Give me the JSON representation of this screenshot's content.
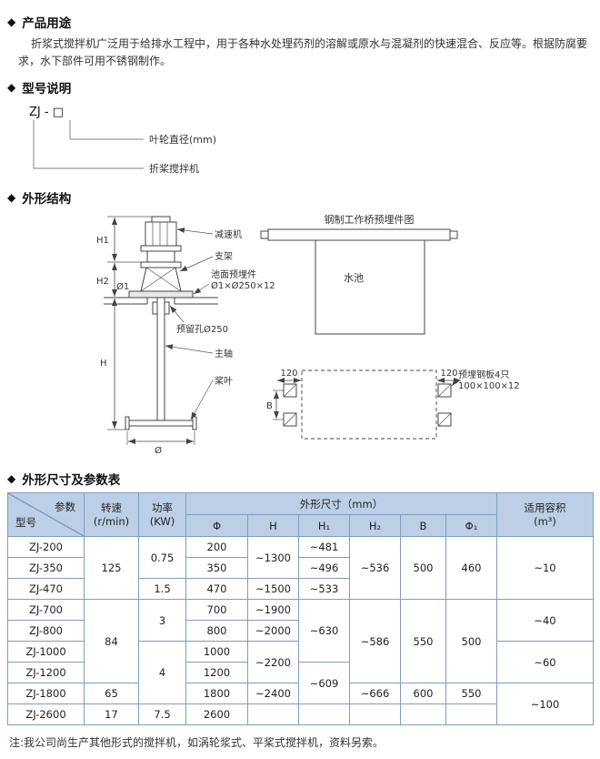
{
  "usage": {
    "title": "产品用途",
    "body": "折浆式搅拌机广泛用于给排水工程中，用于各种水处理药剂的溶解或原水与混凝剂的快速混合、反应等。根据防腐要求，水下部件可用不锈钢制作。"
  },
  "model": {
    "title": "型号说明",
    "code": "ZJ - □",
    "impeller_label": "叶轮直径(mm)",
    "machine_label": "折桨搅拌机"
  },
  "structure": {
    "title": "外形结构",
    "reducer": "减速机",
    "bracket": "支架",
    "deck_embed_line1": "池面预埋件",
    "deck_embed_line2": "Ø1×Ø250×12",
    "reserved_hole": "预留孔Ø250",
    "shaft": "主轴",
    "paddle": "桨叶",
    "dim_h1": "H1",
    "dim_h2": "H2",
    "dim_h": "H",
    "dim_phi1": "Ø1",
    "dim_phi": "Ø",
    "bridge_title": "钢制工作桥预埋件图",
    "pool": "水池",
    "dim_120_left": "120",
    "dim_120_right": "120",
    "dim_b": "B",
    "plate_line1": "预埋钢板4只",
    "plate_line2": "100×100×12"
  },
  "table": {
    "title": "外形尺寸及参数表",
    "corner": {
      "top": "参数",
      "bottom": "型号"
    },
    "headers": {
      "speed": "转速\n(r/min)",
      "power": "功率\n(KW)",
      "dims": "外形尺寸（mm）",
      "volume": "适用容积\n(m³)"
    },
    "sub_headers": [
      "Φ",
      "H",
      "H₁",
      "H₂",
      "B",
      "Φ₁"
    ],
    "rows": [
      {
        "model": "ZJ-200",
        "cells": [
          {
            "v": "125",
            "rs": 3
          },
          {
            "v": "0.75",
            "rs": 2
          },
          {
            "v": "200"
          },
          {
            "v": "~1300",
            "rs": 2
          },
          {
            "v": "~481"
          },
          {
            "v": "~536",
            "rs": 3
          },
          {
            "v": "500",
            "rs": 3
          },
          {
            "v": "460",
            "rs": 3
          },
          {
            "v": "~10",
            "rs": 3
          }
        ]
      },
      {
        "model": "ZJ-350",
        "cells": [
          {
            "v": "350"
          },
          {
            "v": "~496"
          }
        ]
      },
      {
        "model": "ZJ-470",
        "cells": [
          {
            "v": "1.5"
          },
          {
            "v": "470"
          },
          {
            "v": "~1500"
          },
          {
            "v": "~533"
          }
        ]
      },
      {
        "model": "ZJ-700",
        "cells": [
          {
            "v": "84",
            "rs": 4
          },
          {
            "v": "3",
            "rs": 2
          },
          {
            "v": "700"
          },
          {
            "v": "~1900"
          },
          {
            "v": "~630",
            "rs": 3
          },
          {
            "v": "~586",
            "rs": 4
          },
          {
            "v": "550",
            "rs": 4
          },
          {
            "v": "500",
            "rs": 4
          },
          {
            "v": "~40",
            "rs": 2
          }
        ]
      },
      {
        "model": "ZJ-800",
        "cells": [
          {
            "v": "800"
          },
          {
            "v": "~2000"
          }
        ]
      },
      {
        "model": "ZJ-1000",
        "cells": [
          {
            "v": "4",
            "rs": 3
          },
          {
            "v": "1000"
          },
          {
            "v": "~2200",
            "rs": 2
          },
          {
            "v": "~60",
            "rs": 2
          }
        ]
      },
      {
        "model": "ZJ-1200",
        "cells": [
          {
            "v": "1200"
          },
          {
            "v": "~609",
            "rs": 2
          }
        ]
      },
      {
        "model": "ZJ-1800",
        "cells": [
          {
            "v": "65"
          },
          {
            "v": "1800"
          },
          {
            "v": "~2400"
          },
          {
            "v": "~666"
          },
          {
            "v": "600"
          },
          {
            "v": "550"
          },
          {
            "v": "~100",
            "rs": 2
          }
        ]
      },
      {
        "model": "ZJ-2600",
        "cells": [
          {
            "v": "17"
          },
          {
            "v": "7.5"
          },
          {
            "v": "2600"
          },
          {
            "v": ""
          },
          {
            "v": ""
          },
          {
            "v": ""
          },
          {
            "v": ""
          },
          {
            "v": ""
          }
        ]
      }
    ]
  },
  "footer_note": "注:我公司尚生产其他形式的搅拌机，如涡轮浆式、平桨式搅拌机，资料另索。"
}
